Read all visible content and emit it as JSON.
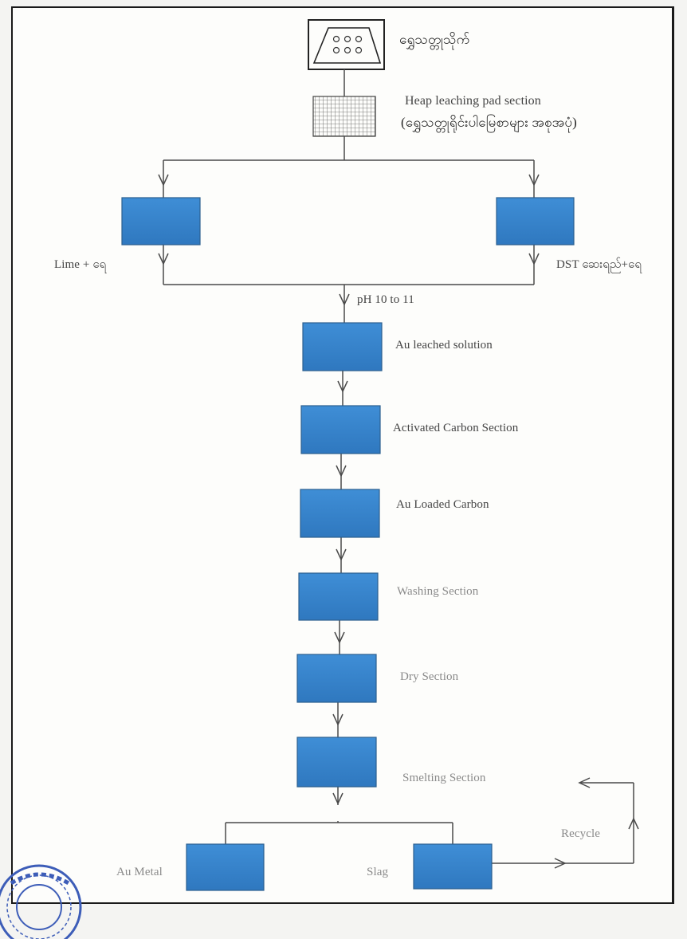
{
  "nodes": {
    "truck": "ရွှေသတ္တုသိုက်",
    "heap_title": "Heap leaching pad section",
    "heap_subtitle": "(ရွှေသတ္တုရိုင်းပါမြေစာများ အစုအပုံ)",
    "left_reagent": "Lime + ရေ",
    "right_reagent": "DST ဆေးရည်+ရေ",
    "ph": "pH 10 to 11",
    "au_leached": "Au leached solution",
    "activated_carbon": "Activated Carbon Section",
    "au_loaded": "Au Loaded Carbon",
    "washing": "Washing Section",
    "dry": "Dry Section",
    "smelting": "Smelting Section",
    "recycle": "Recycle",
    "au_metal": "Au Metal",
    "slag": "Slag"
  },
  "colors": {
    "box_fill": "#3b86cc",
    "box_border": "#2c5f8f",
    "line": "#4a4a4a"
  }
}
